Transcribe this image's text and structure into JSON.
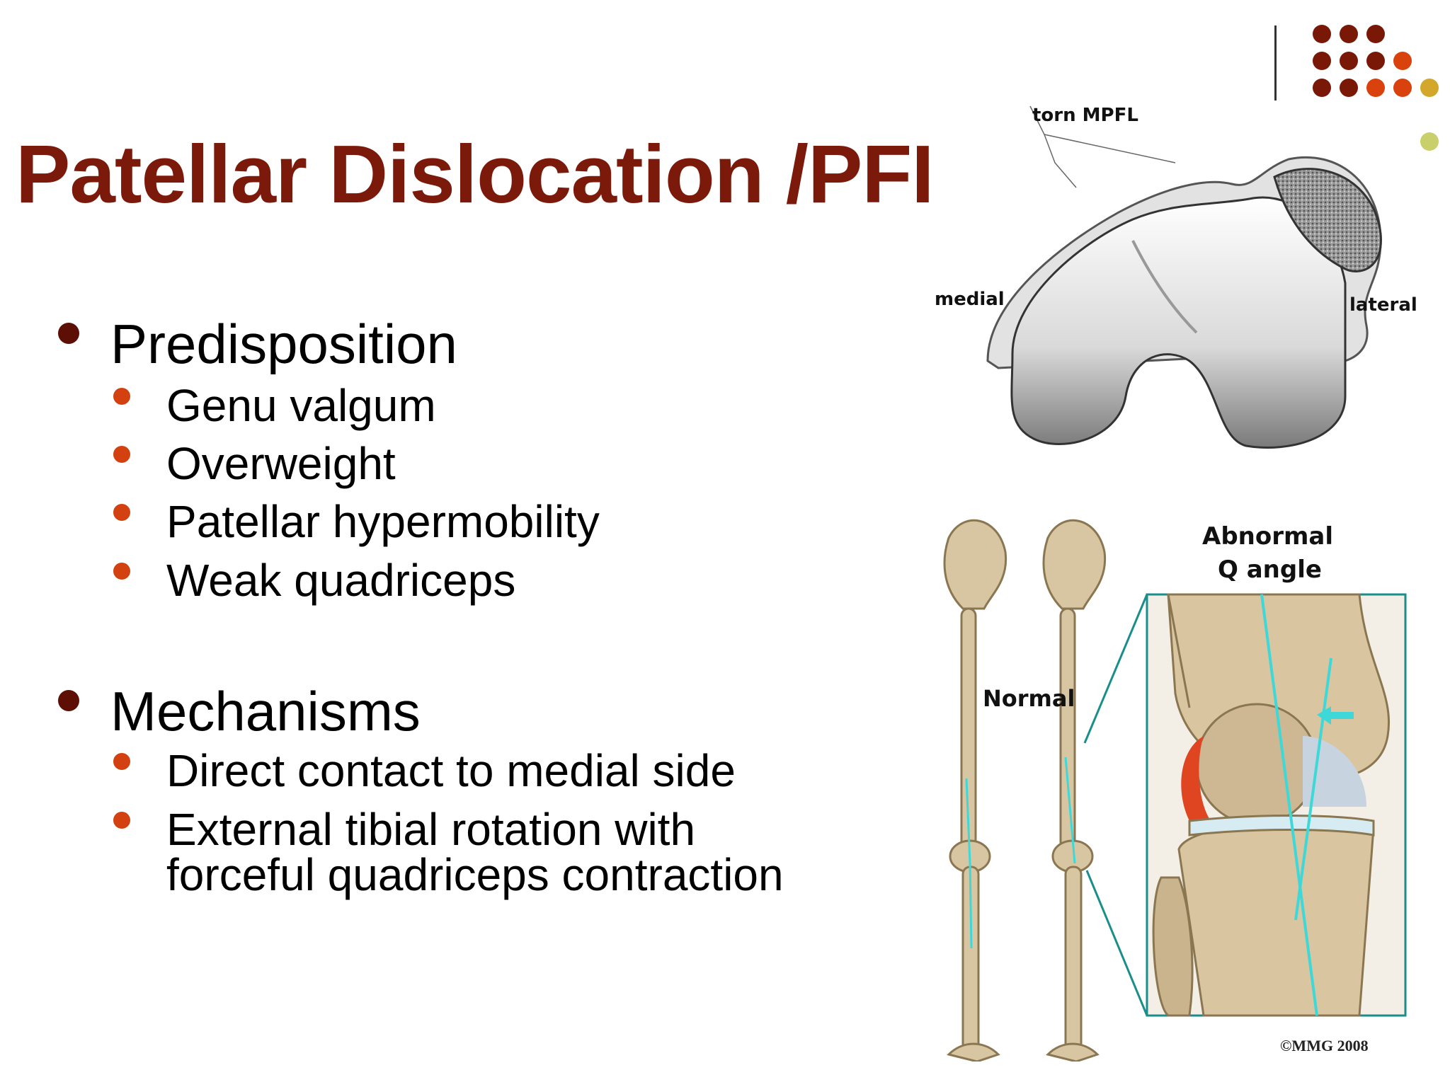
{
  "title": "Patellar Dislocation /PFI",
  "sections": [
    {
      "heading": "Predisposition",
      "items": [
        "Genu valgum",
        "Overweight",
        "Patellar hypermobility",
        "Weak quadriceps"
      ]
    },
    {
      "heading": "Mechanisms",
      "items": [
        "Direct contact to medial side",
        "External tibial rotation with forceful quadriceps contraction"
      ]
    }
  ],
  "figure_top": {
    "label_torn": "torn MPFL",
    "label_medial": "medial",
    "label_lateral": "lateral"
  },
  "figure_bottom": {
    "label_normal": "Normal",
    "label_abnormal": "Abnormal",
    "label_qangle": "Q angle",
    "copyright": "©MMG 2008"
  },
  "colors": {
    "title": "#7b1a0a",
    "bullet_level1": "#5e0f05",
    "bullet_level2": "#d2410f",
    "accent_dark": "#7a1808",
    "accent_orange": "#d9420d",
    "accent_gold": "#d3a72a",
    "accent_lime": "#c9cf6a",
    "teal": "#1a8e8a",
    "cyan": "#3fd8d8",
    "bone": "#d9c7a5"
  },
  "icons": {
    "bullet_level1": "filled-circle",
    "bullet_level2": "filled-circle",
    "decor": "dot-grid"
  }
}
